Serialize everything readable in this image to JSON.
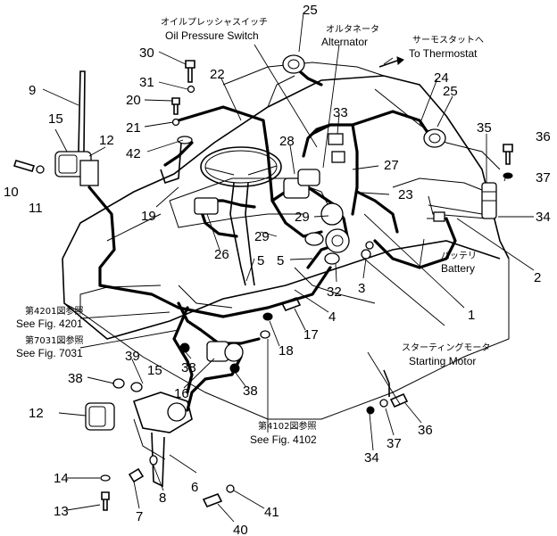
{
  "callouts": {
    "c25a": "25",
    "c25b": "25",
    "c30": "30",
    "c31": "31",
    "c9": "9",
    "c22": "22",
    "c24": "24",
    "c20": "20",
    "c33": "33",
    "c35": "35",
    "c36a": "36",
    "c15a": "15",
    "c12a": "12",
    "c21": "21",
    "c42": "42",
    "c28": "28",
    "c37a": "37",
    "c27": "27",
    "c10": "10",
    "c11": "11",
    "c23": "23",
    "c34a": "34",
    "c19": "19",
    "c29a": "29",
    "c29b": "29",
    "c26": "26",
    "c5a": "5",
    "c5b": "5",
    "c2": "2",
    "c32": "32",
    "c3": "3",
    "c1": "1",
    "c4": "4",
    "c17": "17",
    "c18": "18",
    "c39": "39",
    "c38a": "38",
    "c38b": "38",
    "c38c": "38",
    "c16": "16",
    "c15b": "15",
    "c12b": "12",
    "c36b": "36",
    "c37b": "37",
    "c34b": "34",
    "c14": "14",
    "c8": "8",
    "c6": "6",
    "c13": "13",
    "c7": "7",
    "c41": "41",
    "c40": "40"
  },
  "labels": {
    "oil_jp": "オイルプレッシャスイッチ",
    "oil_en": "Oil Pressure Switch",
    "alt_jp": "オルタネータ",
    "alt_en": "Alternator",
    "thermo_jp": "サーモスタットへ",
    "thermo_en": "To Thermostat",
    "battery_jp": "バッテリ",
    "battery_en": "Battery",
    "starting_jp": "スターティングモータ",
    "starting_en": "Starting Motor",
    "fig4201_jp": "第4201図参照",
    "fig4201_en": "See Fig. 4201",
    "fig7031_jp": "第7031図参照",
    "fig7031_en": "See Fig. 7031",
    "fig4102_jp": "第4102図参照",
    "fig4102_en": "See Fig. 4102"
  }
}
